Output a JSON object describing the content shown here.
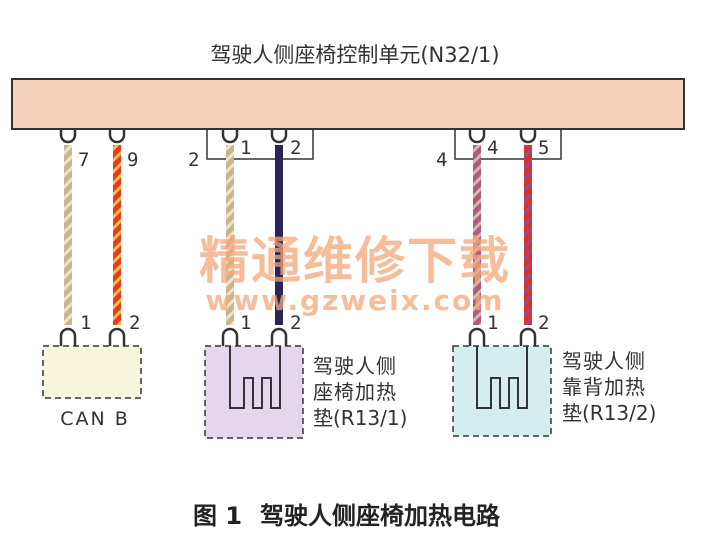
{
  "controller": {
    "label": "驾驶人侧座椅控制单元(N32/1)"
  },
  "controller_pins": [
    "7",
    "9",
    "1",
    "2",
    "2",
    "4",
    "4",
    "5"
  ],
  "can_box": {
    "label": "CAN B",
    "pins": [
      "1",
      "2"
    ]
  },
  "seat_heater": {
    "line1": "驾驶人侧",
    "line2": "座椅加热",
    "line3": "垫(R13/1)",
    "pins": [
      "1",
      "2"
    ]
  },
  "back_heater": {
    "line1": "驾驶人侧",
    "line2": "靠背加热",
    "line3": "垫(R13/2)",
    "pins": [
      "1",
      "2"
    ]
  },
  "watermark": {
    "text": "精通维修下载",
    "url": "www.gzweix.com"
  },
  "caption": {
    "figure": "图 1",
    "title": "驾驶人侧座椅加热电路"
  },
  "colors": {
    "controller_fill": "#f6d2bc",
    "can_fill": "#f7f6dc",
    "seat_fill": "#e4d7ec",
    "back_fill": "#d4eef0",
    "wire_tan": "#c9b48e",
    "wire_red": "#e33a2b",
    "wire_navy": "#2a2458",
    "wire_mauve": "#b05a82"
  }
}
